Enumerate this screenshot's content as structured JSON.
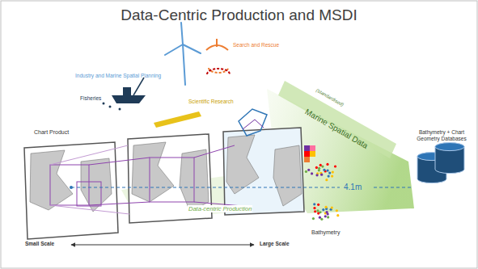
{
  "diagram": {
    "title": "Data-Centric Production and MSDI",
    "nodes": [
      {
        "text": [
          "Chart Product"
        ]
      },
      {
        "text": [
          "Bathymetry + Chart Geometry Databases"
        ]
      }
    ],
    "labels": [
      "Industry and Marine Spatial Planning",
      "Search and Rescue",
      "Fisheries",
      "Scientific Research",
      "(standardised)",
      "Marine Spatial Data",
      "Data-centric Production",
      "Bathymetry",
      "4.1m",
      "Small Scale",
      "Large Scale"
    ]
  }
}
